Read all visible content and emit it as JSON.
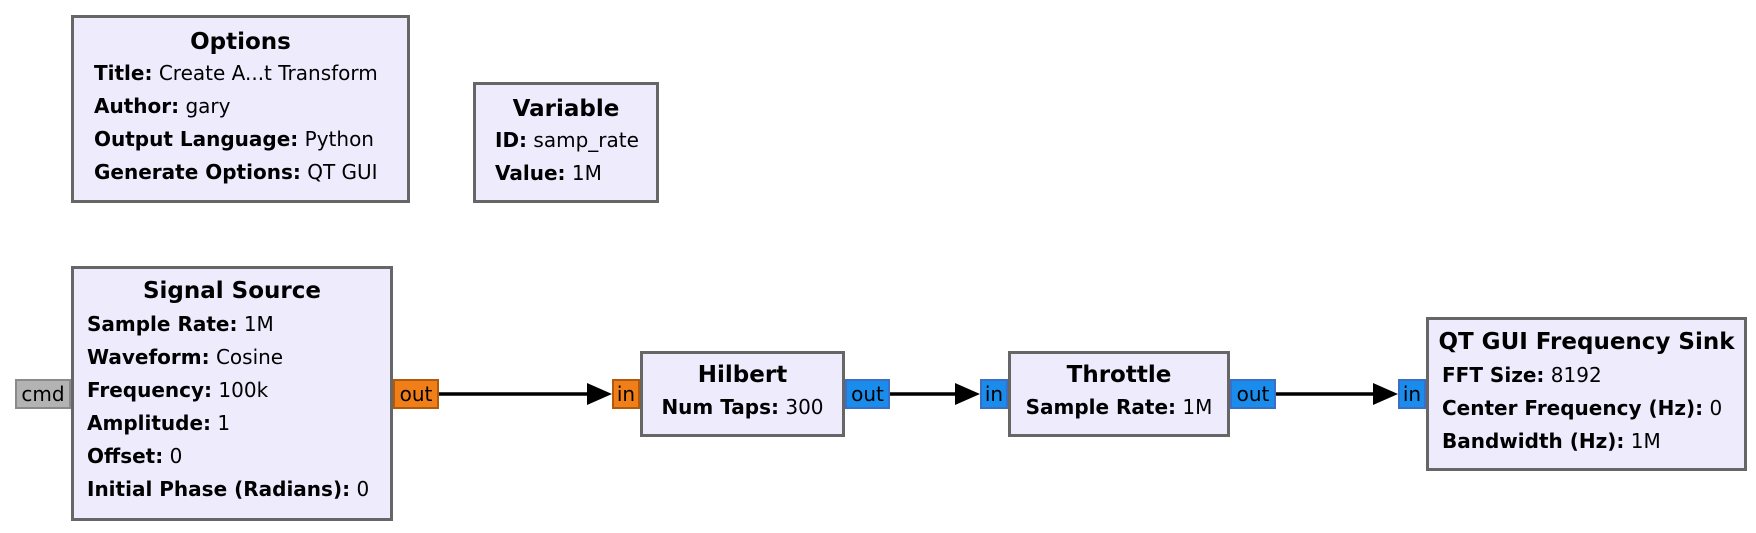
{
  "options": {
    "title": "Options",
    "params": [
      {
        "key": "Title:",
        "value": "Create A...t Transform"
      },
      {
        "key": "Author:",
        "value": "gary"
      },
      {
        "key": "Output Language:",
        "value": "Python"
      },
      {
        "key": "Generate Options:",
        "value": "QT GUI"
      }
    ]
  },
  "variable": {
    "title": "Variable",
    "params": [
      {
        "key": "ID:",
        "value": "samp_rate"
      },
      {
        "key": "Value:",
        "value": "1M"
      }
    ]
  },
  "signal_source": {
    "title": "Signal Source",
    "params": [
      {
        "key": "Sample Rate:",
        "value": "1M"
      },
      {
        "key": "Waveform:",
        "value": "Cosine"
      },
      {
        "key": "Frequency:",
        "value": "100k"
      },
      {
        "key": "Amplitude:",
        "value": "1"
      },
      {
        "key": "Offset:",
        "value": "0"
      },
      {
        "key": "Initial Phase (Radians):",
        "value": "0"
      }
    ],
    "ports": {
      "cmd": "cmd",
      "out": "out"
    }
  },
  "hilbert": {
    "title": "Hilbert",
    "params": [
      {
        "key": "Num Taps:",
        "value": "300"
      }
    ],
    "ports": {
      "in": "in",
      "out": "out"
    }
  },
  "throttle": {
    "title": "Throttle",
    "params": [
      {
        "key": "Sample Rate:",
        "value": "1M"
      }
    ],
    "ports": {
      "in": "in",
      "out": "out"
    }
  },
  "freq_sink": {
    "title": "QT GUI Frequency Sink",
    "params": [
      {
        "key": "FFT Size:",
        "value": "8192"
      },
      {
        "key": "Center Frequency (Hz):",
        "value": "0"
      },
      {
        "key": "Bandwidth (Hz):",
        "value": "1M"
      }
    ],
    "ports": {
      "in": "in"
    }
  },
  "colors": {
    "block_fill": "#eeebfd",
    "block_border": "#666666",
    "complex_port": "#f07f19",
    "float_port": "#1a8cec",
    "message_port": "#b3b3b3",
    "wire": "#000000"
  }
}
